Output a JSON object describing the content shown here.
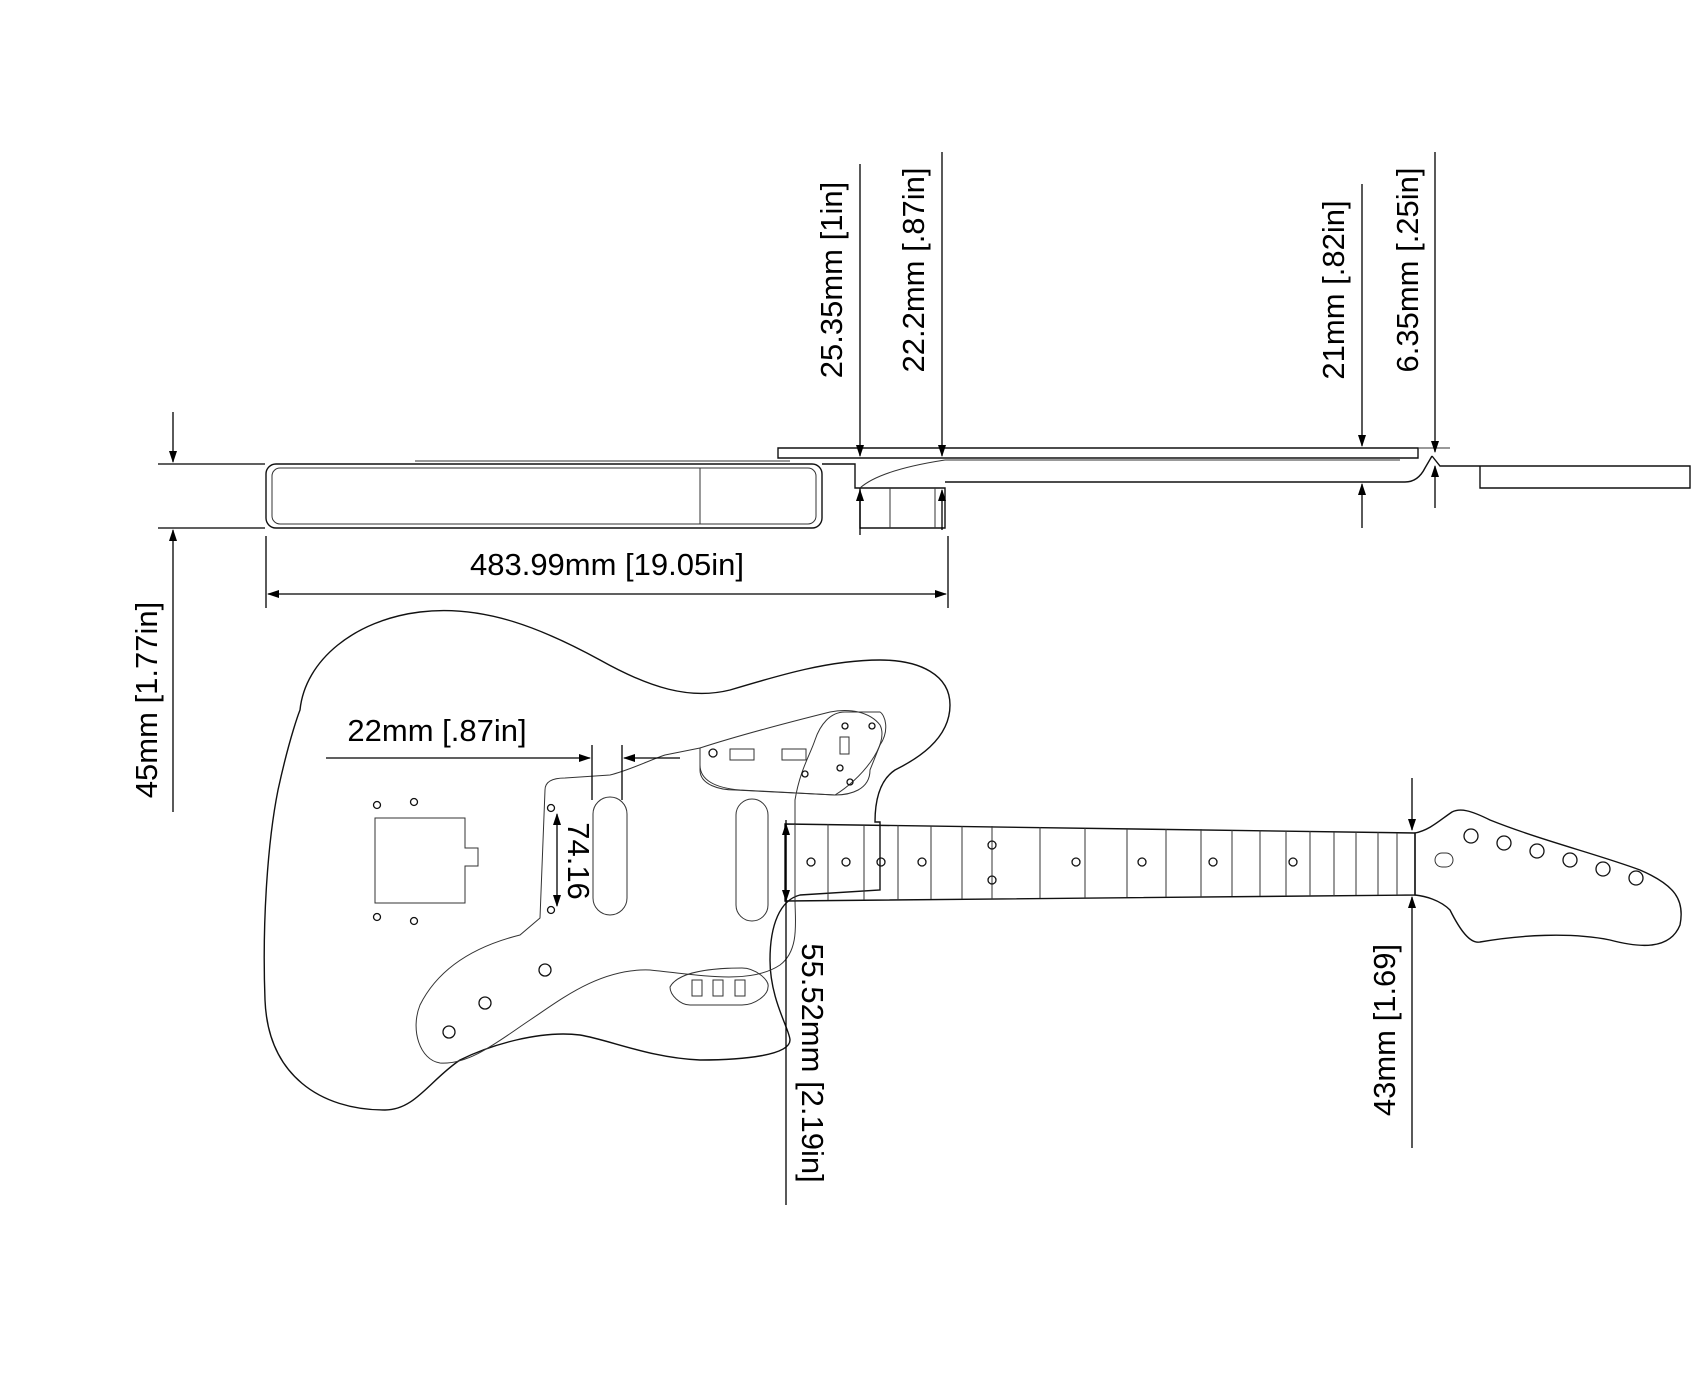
{
  "dimensions": {
    "body_length": "483.99mm [19.05in]",
    "body_thickness": "45mm [1.77in]",
    "neck_heel_thickness": "25.35mm [1in]",
    "neck_joint_thickness": "22.2mm [.87in]",
    "neck_thickness": "21mm [.82in]",
    "headstock_step": "6.35mm [.25in]",
    "neck_pocket_offset": "22mm [.87in]",
    "pickup_spacing": "74.16",
    "neck_heel_width": "55.52mm [2.19in]",
    "nut_width": "43mm [1.69]"
  }
}
